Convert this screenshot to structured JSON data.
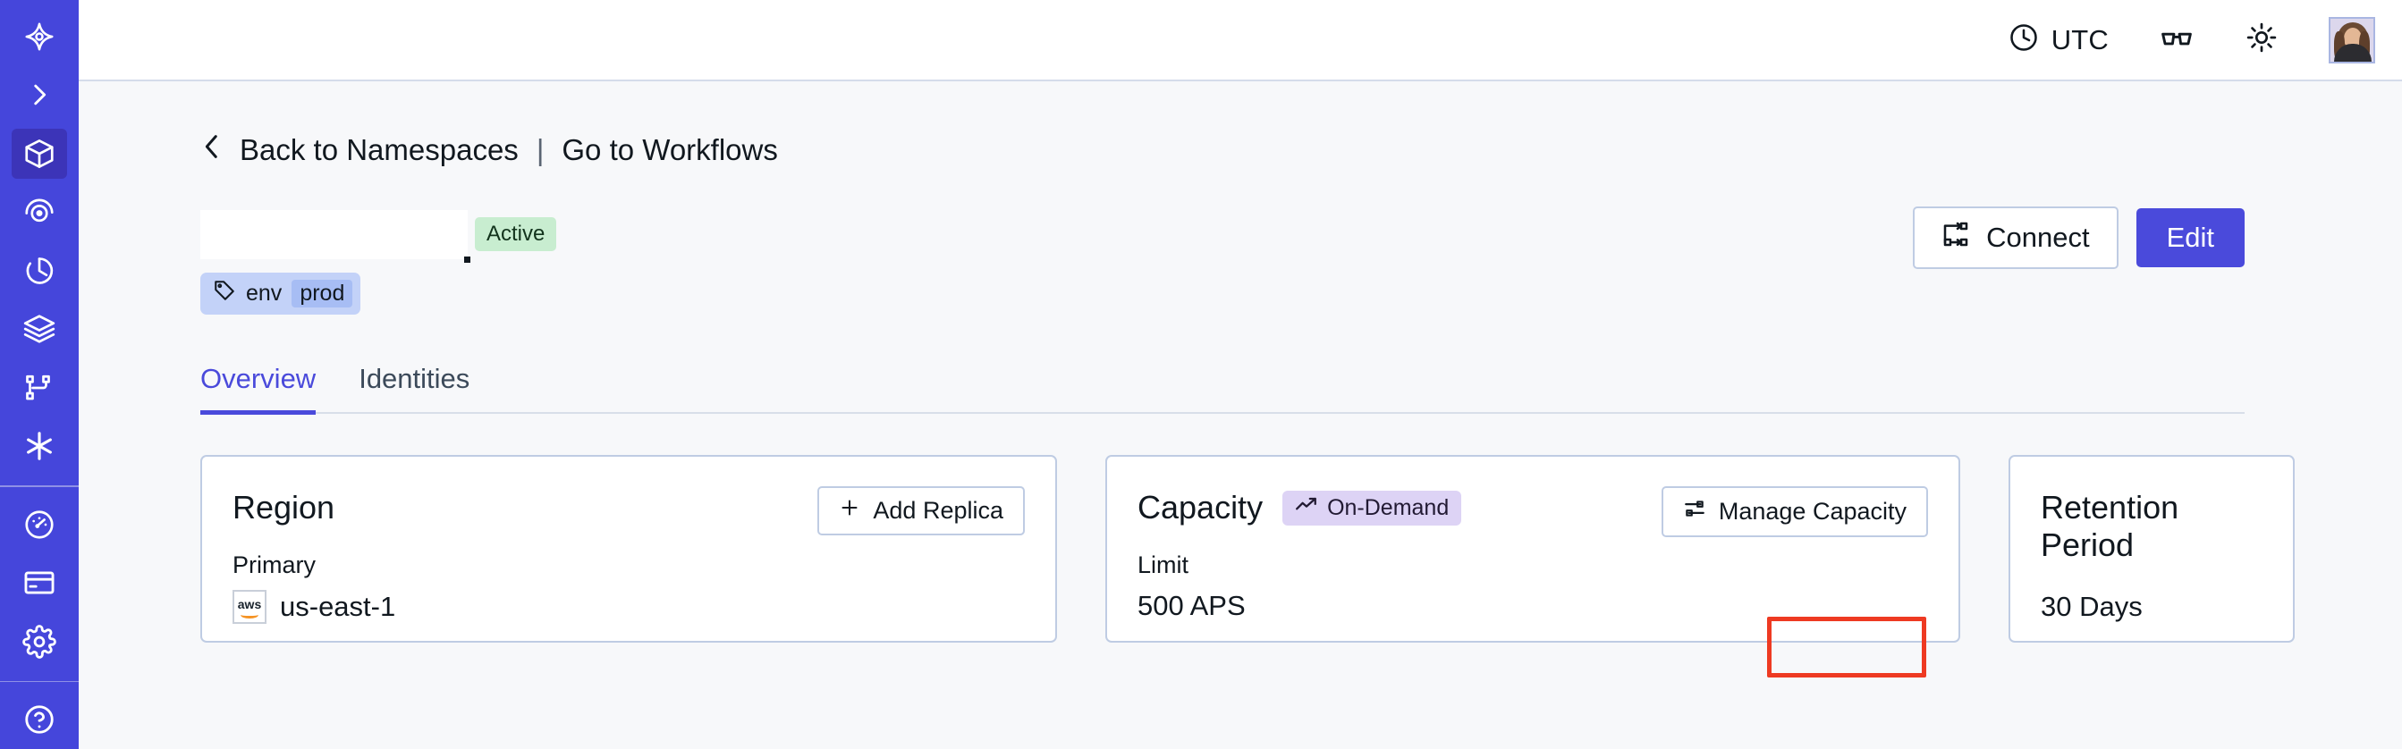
{
  "sidebar": {
    "items": [
      {
        "name": "logo-icon",
        "label": "Temporal"
      },
      {
        "name": "expand-chevron-icon",
        "label": "Expand"
      },
      {
        "name": "namespaces-cube-icon",
        "label": "Namespaces"
      },
      {
        "name": "observability-eye-icon",
        "label": "Observability"
      },
      {
        "name": "schedules-timer-icon",
        "label": "Schedules"
      },
      {
        "name": "layers-icon",
        "label": "Layers"
      },
      {
        "name": "workflows-branch-icon",
        "label": "Workflows"
      },
      {
        "name": "nexus-asterisk-icon",
        "label": "Nexus"
      },
      {
        "name": "usage-gauge-icon",
        "label": "Usage"
      },
      {
        "name": "billing-card-icon",
        "label": "Billing"
      },
      {
        "name": "settings-gear-icon",
        "label": "Settings"
      }
    ],
    "active_index": 2,
    "background": "#4546DB",
    "active_background": "#3C34B8"
  },
  "topbar": {
    "timezone": "UTC",
    "clock_icon": "clock-icon",
    "glasses_icon": "glasses-icon",
    "theme_icon": "sun-icon",
    "avatar_icon": "user-avatar"
  },
  "breadcrumb": {
    "back_icon": "chevron-left-icon",
    "back_label": "Back to Namespaces",
    "separator": "|",
    "forward_label": "Go to Workflows"
  },
  "header": {
    "namespace_name": "",
    "status_badge": "Active",
    "status_color": "#C8EDD0",
    "connect_label": "Connect",
    "connect_icon": "connection-icon",
    "edit_label": "Edit",
    "edit_color": "#4A4ADB"
  },
  "tag": {
    "icon": "tag-icon",
    "key": "env",
    "value": "prod"
  },
  "tabs": [
    {
      "label": "Overview",
      "active": true
    },
    {
      "label": "Identities",
      "active": false
    }
  ],
  "cards": {
    "region": {
      "title": "Region",
      "button_label": "Add Replica",
      "button_icon": "plus-icon",
      "label": "Primary",
      "provider_icon": "aws-logo",
      "provider_text": "aws",
      "value": "us-east-1"
    },
    "capacity": {
      "title": "Capacity",
      "badge_label": "On-Demand",
      "badge_icon": "trending-up-icon",
      "badge_color": "#DDD3F5",
      "button_label": "Manage Capacity",
      "button_icon": "sliders-icon",
      "label": "Limit",
      "value": "500 APS",
      "highlighted": true,
      "highlight_color": "#EE3A22"
    },
    "retention": {
      "title": "Retention Period",
      "value": "30 Days"
    }
  }
}
